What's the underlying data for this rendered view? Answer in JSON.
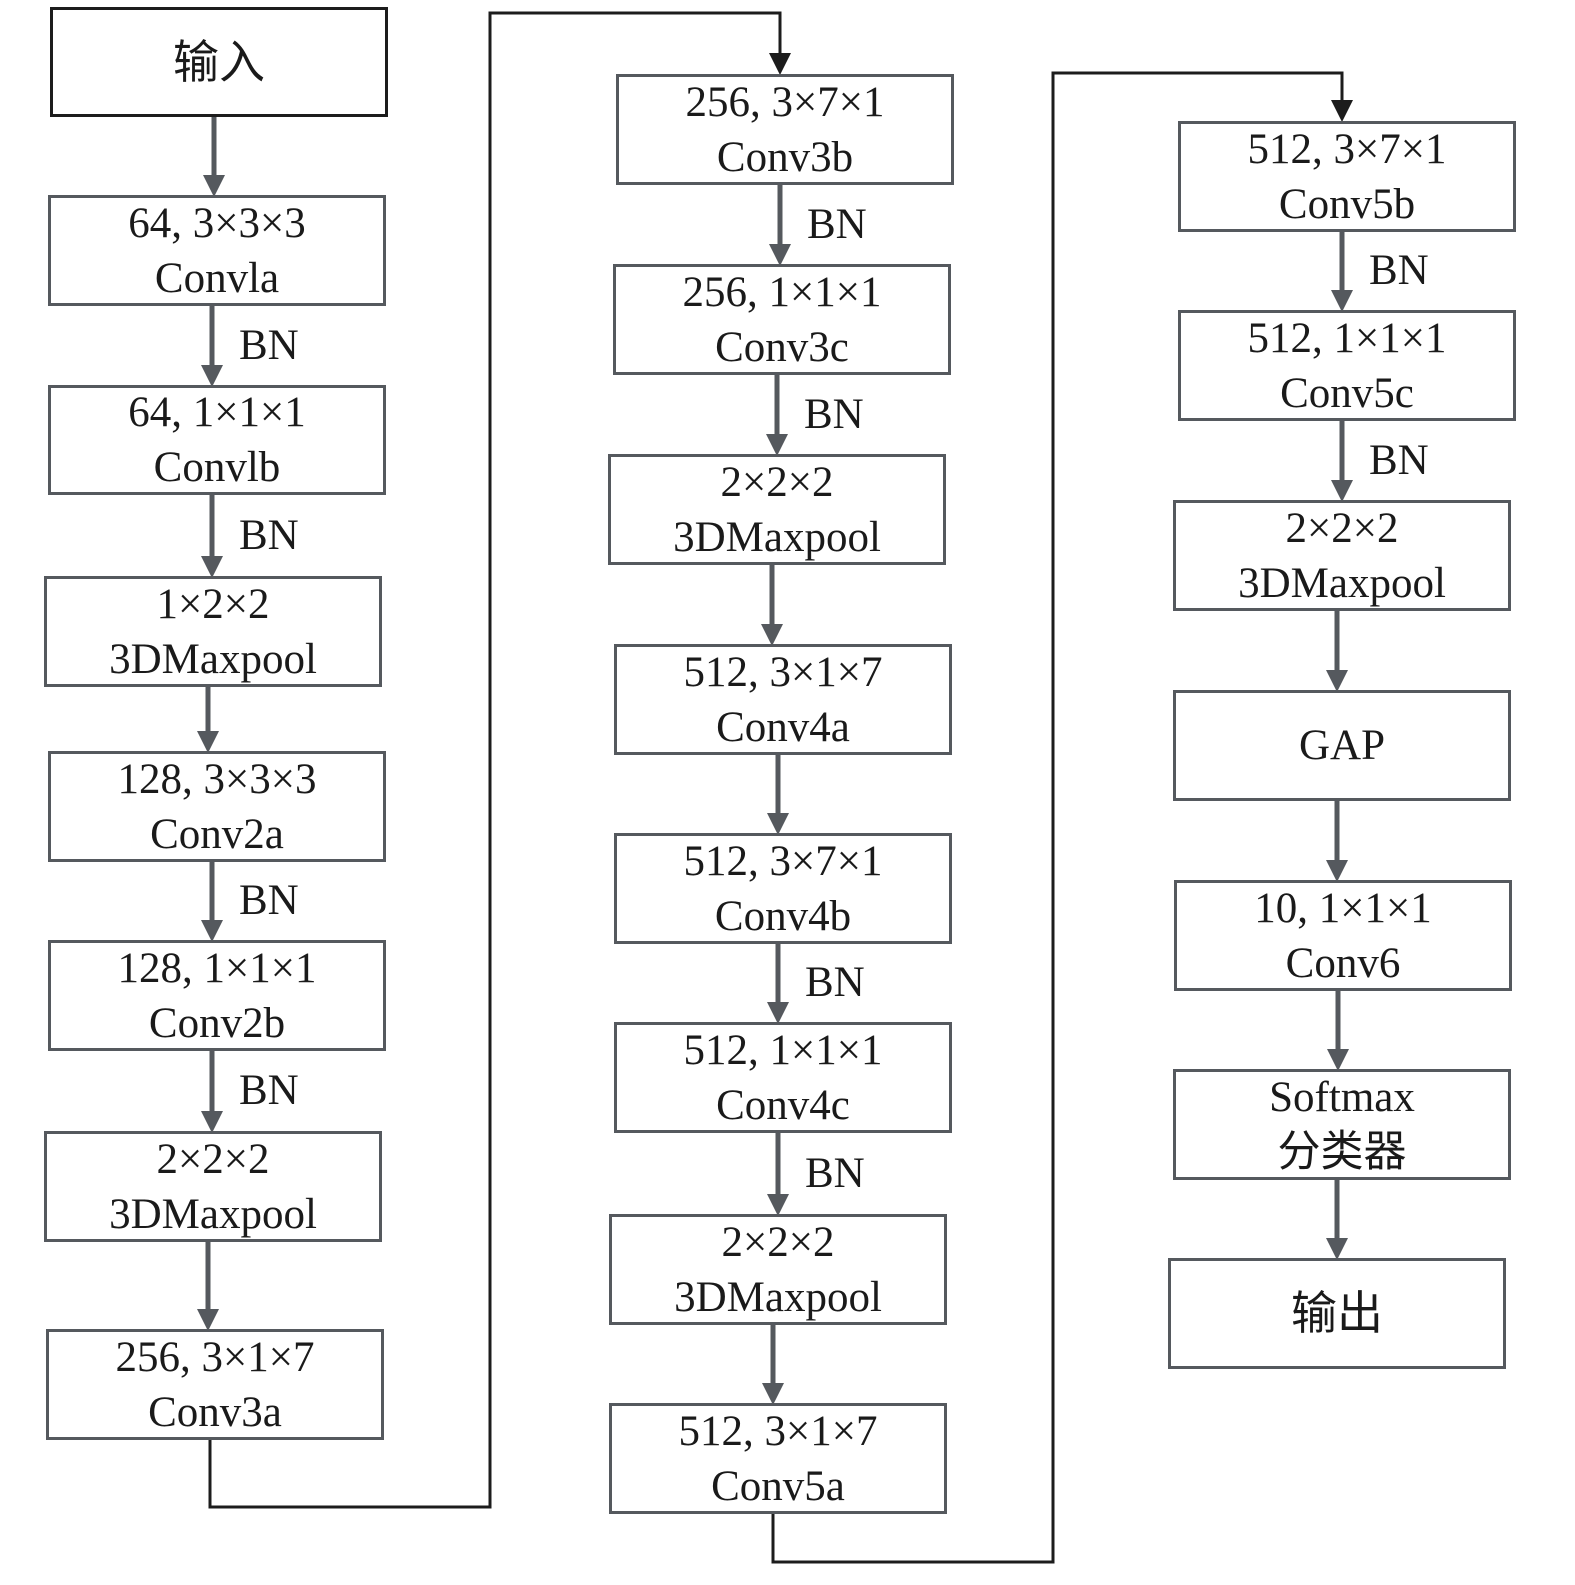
{
  "diagram": {
    "type": "flowchart",
    "description": "3D CNN network architecture flow",
    "colors": {
      "box_border": "#55595e",
      "arrow": "#55595e",
      "connector": "#1c1c1c",
      "text": "#1a1a1a"
    },
    "bn_label": "BN",
    "nodes": [
      {
        "id": "input",
        "line1": "输入",
        "line2": ""
      },
      {
        "id": "conv1a",
        "line1": "64, 3×3×3",
        "line2": "Convla"
      },
      {
        "id": "conv1b",
        "line1": "64, 1×1×1",
        "line2": "Convlb"
      },
      {
        "id": "pool1",
        "line1": "1×2×2",
        "line2": "3DMaxpool"
      },
      {
        "id": "conv2a",
        "line1": "128, 3×3×3",
        "line2": "Conv2a"
      },
      {
        "id": "conv2b",
        "line1": "128, 1×1×1",
        "line2": "Conv2b"
      },
      {
        "id": "pool2",
        "line1": "2×2×2",
        "line2": "3DMaxpool"
      },
      {
        "id": "conv3a",
        "line1": "256, 3×1×7",
        "line2": "Conv3a"
      },
      {
        "id": "conv3b",
        "line1": "256, 3×7×1",
        "line2": "Conv3b"
      },
      {
        "id": "conv3c",
        "line1": "256, 1×1×1",
        "line2": "Conv3c"
      },
      {
        "id": "pool3",
        "line1": "2×2×2",
        "line2": "3DMaxpool"
      },
      {
        "id": "conv4a",
        "line1": "512, 3×1×7",
        "line2": "Conv4a"
      },
      {
        "id": "conv4b",
        "line1": "512, 3×7×1",
        "line2": "Conv4b"
      },
      {
        "id": "conv4c",
        "line1": "512, 1×1×1",
        "line2": "Conv4c"
      },
      {
        "id": "pool4",
        "line1": "2×2×2",
        "line2": "3DMaxpool"
      },
      {
        "id": "conv5a",
        "line1": "512, 3×1×7",
        "line2": "Conv5a"
      },
      {
        "id": "conv5b",
        "line1": "512, 3×7×1",
        "line2": "Conv5b"
      },
      {
        "id": "conv5c",
        "line1": "512, 1×1×1",
        "line2": "Conv5c"
      },
      {
        "id": "pool5",
        "line1": "2×2×2",
        "line2": "3DMaxpool"
      },
      {
        "id": "gap",
        "line1": "GAP",
        "line2": ""
      },
      {
        "id": "conv6",
        "line1": "10, 1×1×1",
        "line2": "Conv6"
      },
      {
        "id": "softmax",
        "line1": "Softmax",
        "line2": "分类器"
      },
      {
        "id": "output",
        "line1": "输出",
        "line2": ""
      }
    ],
    "edges": [
      {
        "from": "input",
        "to": "conv1a",
        "label": ""
      },
      {
        "from": "conv1a",
        "to": "conv1b",
        "label": "BN"
      },
      {
        "from": "conv1b",
        "to": "pool1",
        "label": "BN"
      },
      {
        "from": "pool1",
        "to": "conv2a",
        "label": ""
      },
      {
        "from": "conv2a",
        "to": "conv2b",
        "label": "BN"
      },
      {
        "from": "conv2b",
        "to": "pool2",
        "label": "BN"
      },
      {
        "from": "pool2",
        "to": "conv3a",
        "label": ""
      },
      {
        "from": "conv3a",
        "to": "conv3b",
        "label": ""
      },
      {
        "from": "conv3b",
        "to": "conv3c",
        "label": "BN"
      },
      {
        "from": "conv3c",
        "to": "pool3",
        "label": "BN"
      },
      {
        "from": "pool3",
        "to": "conv4a",
        "label": ""
      },
      {
        "from": "conv4a",
        "to": "conv4b",
        "label": ""
      },
      {
        "from": "conv4b",
        "to": "conv4c",
        "label": "BN"
      },
      {
        "from": "conv4c",
        "to": "pool4",
        "label": "BN"
      },
      {
        "from": "pool4",
        "to": "conv5a",
        "label": ""
      },
      {
        "from": "conv5a",
        "to": "conv5b",
        "label": ""
      },
      {
        "from": "conv5b",
        "to": "conv5c",
        "label": "BN"
      },
      {
        "from": "conv5c",
        "to": "pool5",
        "label": "BN"
      },
      {
        "from": "pool5",
        "to": "gap",
        "label": ""
      },
      {
        "from": "gap",
        "to": "conv6",
        "label": ""
      },
      {
        "from": "conv6",
        "to": "softmax",
        "label": ""
      },
      {
        "from": "softmax",
        "to": "output",
        "label": ""
      }
    ]
  }
}
